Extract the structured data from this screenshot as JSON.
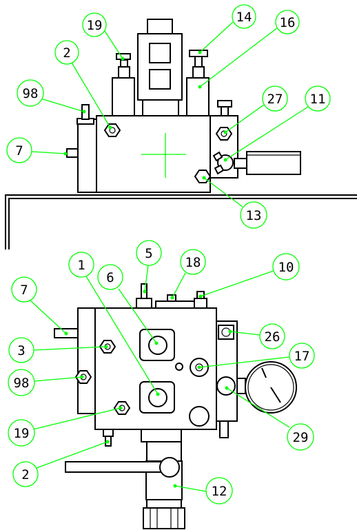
{
  "colors": {
    "lines": "#000000",
    "leaders": "#00ff00",
    "background": "#ffffff"
  },
  "top_view": {
    "callouts": [
      "19",
      "14",
      "16",
      "2",
      "98",
      "27",
      "11",
      "7",
      "13"
    ]
  },
  "front_view": {
    "callouts": [
      "5",
      "18",
      "10",
      "1",
      "6",
      "7",
      "3",
      "26",
      "17",
      "98",
      "19",
      "29",
      "2",
      "12"
    ]
  }
}
